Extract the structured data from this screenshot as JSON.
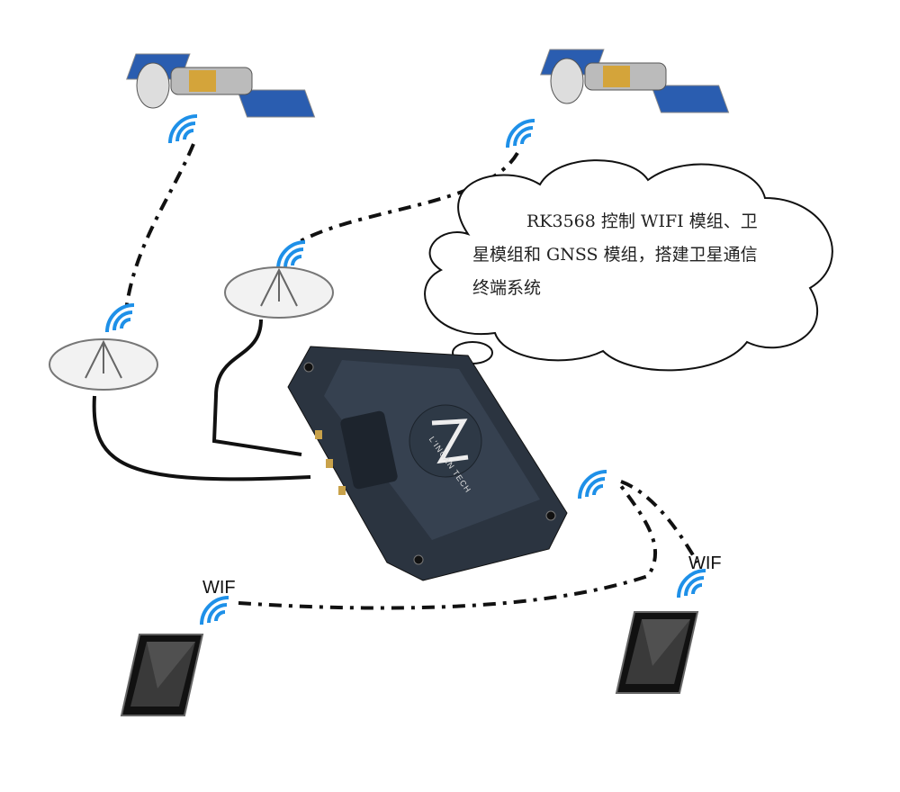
{
  "cloud": {
    "text": "RK3568 控制 WIFI 模组、卫星模组和 GNSS 模组，搭建卫星通信终端系统"
  },
  "labels": {
    "wifi_left": "WIF",
    "wifi_right": "WIF"
  },
  "device": {
    "logo_text": "L'INGAN TECH"
  },
  "colors": {
    "wifi_arc": "#1e90e8",
    "device": "#2b3440",
    "line": "#111111"
  }
}
